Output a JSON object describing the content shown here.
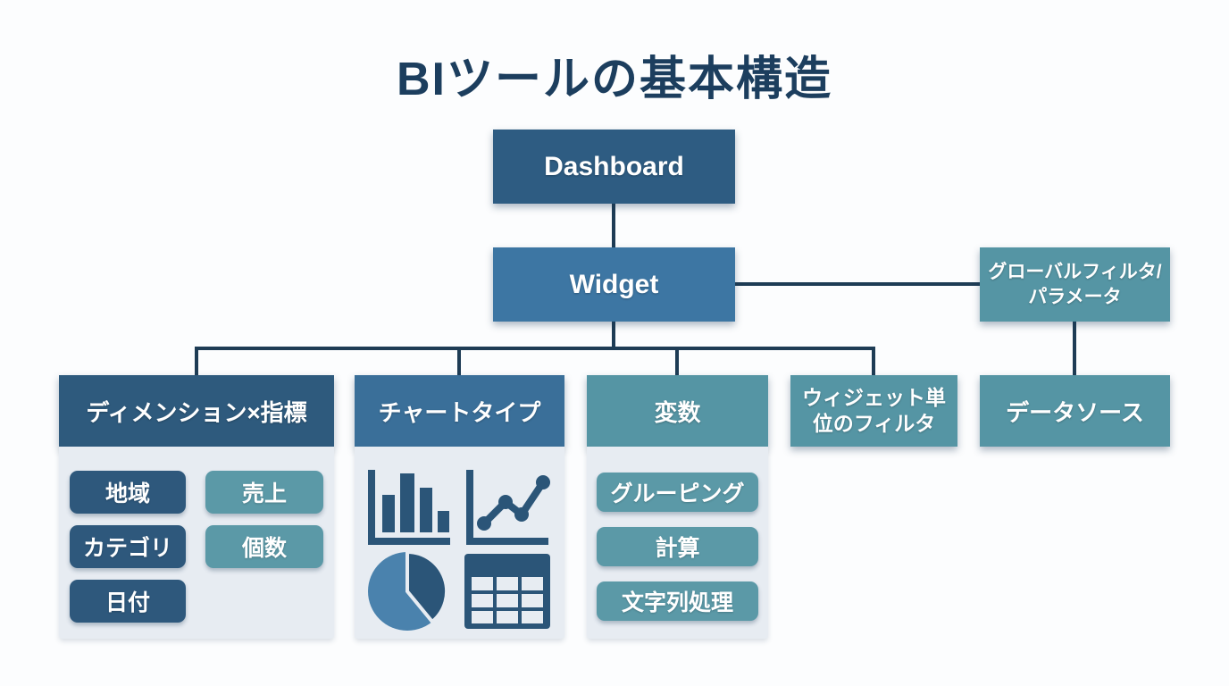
{
  "page": {
    "title": "BIツールの基本構造"
  },
  "colors": {
    "dark_navy": "#2e5c82",
    "medium_blue": "#3d76a3",
    "teal": "#5595a4",
    "pill_dark": "#2e587c",
    "pill_teal": "#5b99a7",
    "panel_bg": "#e7ecf2",
    "connector": "#1e3c55",
    "icon_dark": "#2b5578",
    "icon_light_blue": "#4a82ad"
  },
  "nodes": {
    "dashboard": {
      "label": "Dashboard"
    },
    "widget": {
      "label": "Widget"
    },
    "global_filter": {
      "line1": "グローバルフィルタ/",
      "line2": "パラメータ"
    },
    "dimension_metric": {
      "label": "ディメンション×指標",
      "dimension_items": [
        "地域",
        "カテゴリ",
        "日付"
      ],
      "metric_items": [
        "売上",
        "個数"
      ]
    },
    "chart_type": {
      "label": "チャートタイプ",
      "icons": [
        "bar-chart",
        "line-chart",
        "pie-chart",
        "table"
      ]
    },
    "variables": {
      "label": "変数",
      "items": [
        "グルーピング",
        "計算",
        "文字列処理"
      ]
    },
    "widget_filter": {
      "line1": "ウィジェット単",
      "line2": "位のフィルタ"
    },
    "data_source": {
      "label": "データソース"
    }
  }
}
